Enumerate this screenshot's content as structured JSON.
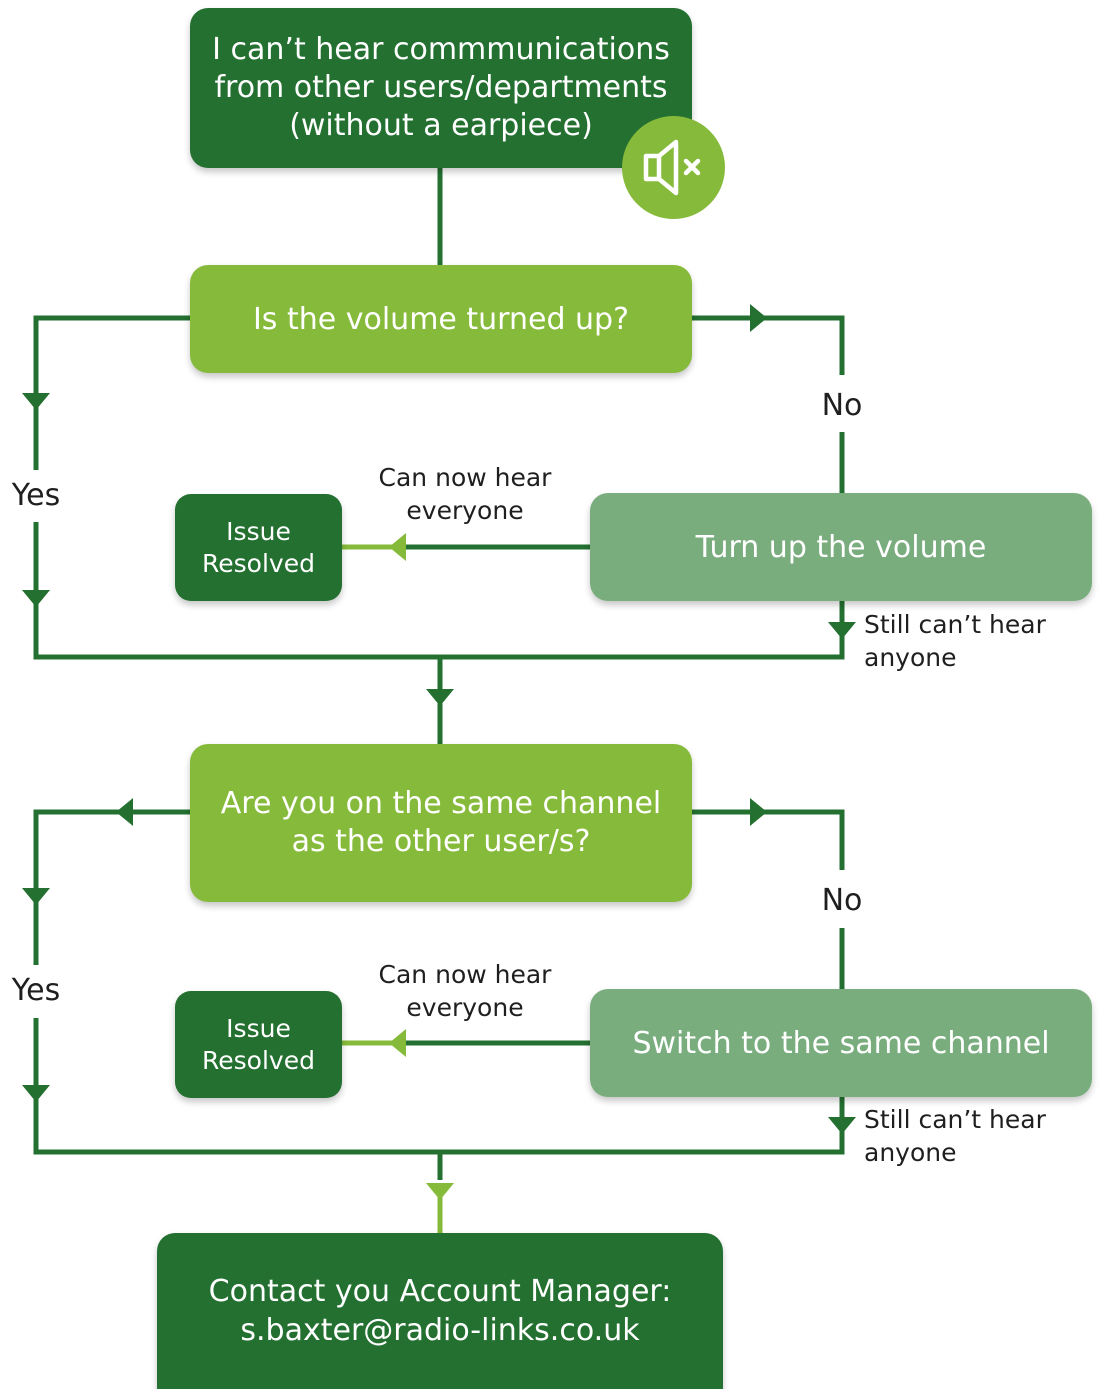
{
  "colors": {
    "dark_green": "#237030",
    "light_green": "#86ba3a",
    "sage_green": "#7aad7e",
    "line_dark": "#237030",
    "line_light": "#86ba3a"
  },
  "nodes": {
    "start": {
      "line1": "I can’t hear commmunications",
      "line2": "from other users/departments",
      "line3": "(without a earpiece)",
      "icon": "speaker-muted-icon"
    },
    "q1": {
      "text": "Is the volume turned up?"
    },
    "action1": {
      "text": "Turn up the volume"
    },
    "resolved1": {
      "line1": "Issue",
      "line2": "Resolved"
    },
    "q2": {
      "line1": "Are you on the same channel",
      "line2": "as the other user/s?"
    },
    "action2": {
      "text": "Switch to the same channel"
    },
    "resolved2": {
      "line1": "Issue",
      "line2": "Resolved"
    },
    "end": {
      "line1": "Contact you Account Manager:",
      "line2": "s.baxter@radio-links.co.uk"
    }
  },
  "edge_labels": {
    "q1_yes": "Yes",
    "q1_no": "No",
    "a1_resolved_line1": "Can now hear",
    "a1_resolved_line2": "everyone",
    "a1_still_line1": "Still can’t hear",
    "a1_still_line2": "anyone",
    "q2_yes": "Yes",
    "q2_no": "No",
    "a2_resolved_line1": "Can now hear",
    "a2_resolved_line2": "everyone",
    "a2_still_line1": "Still can’t hear",
    "a2_still_line2": "anyone"
  }
}
